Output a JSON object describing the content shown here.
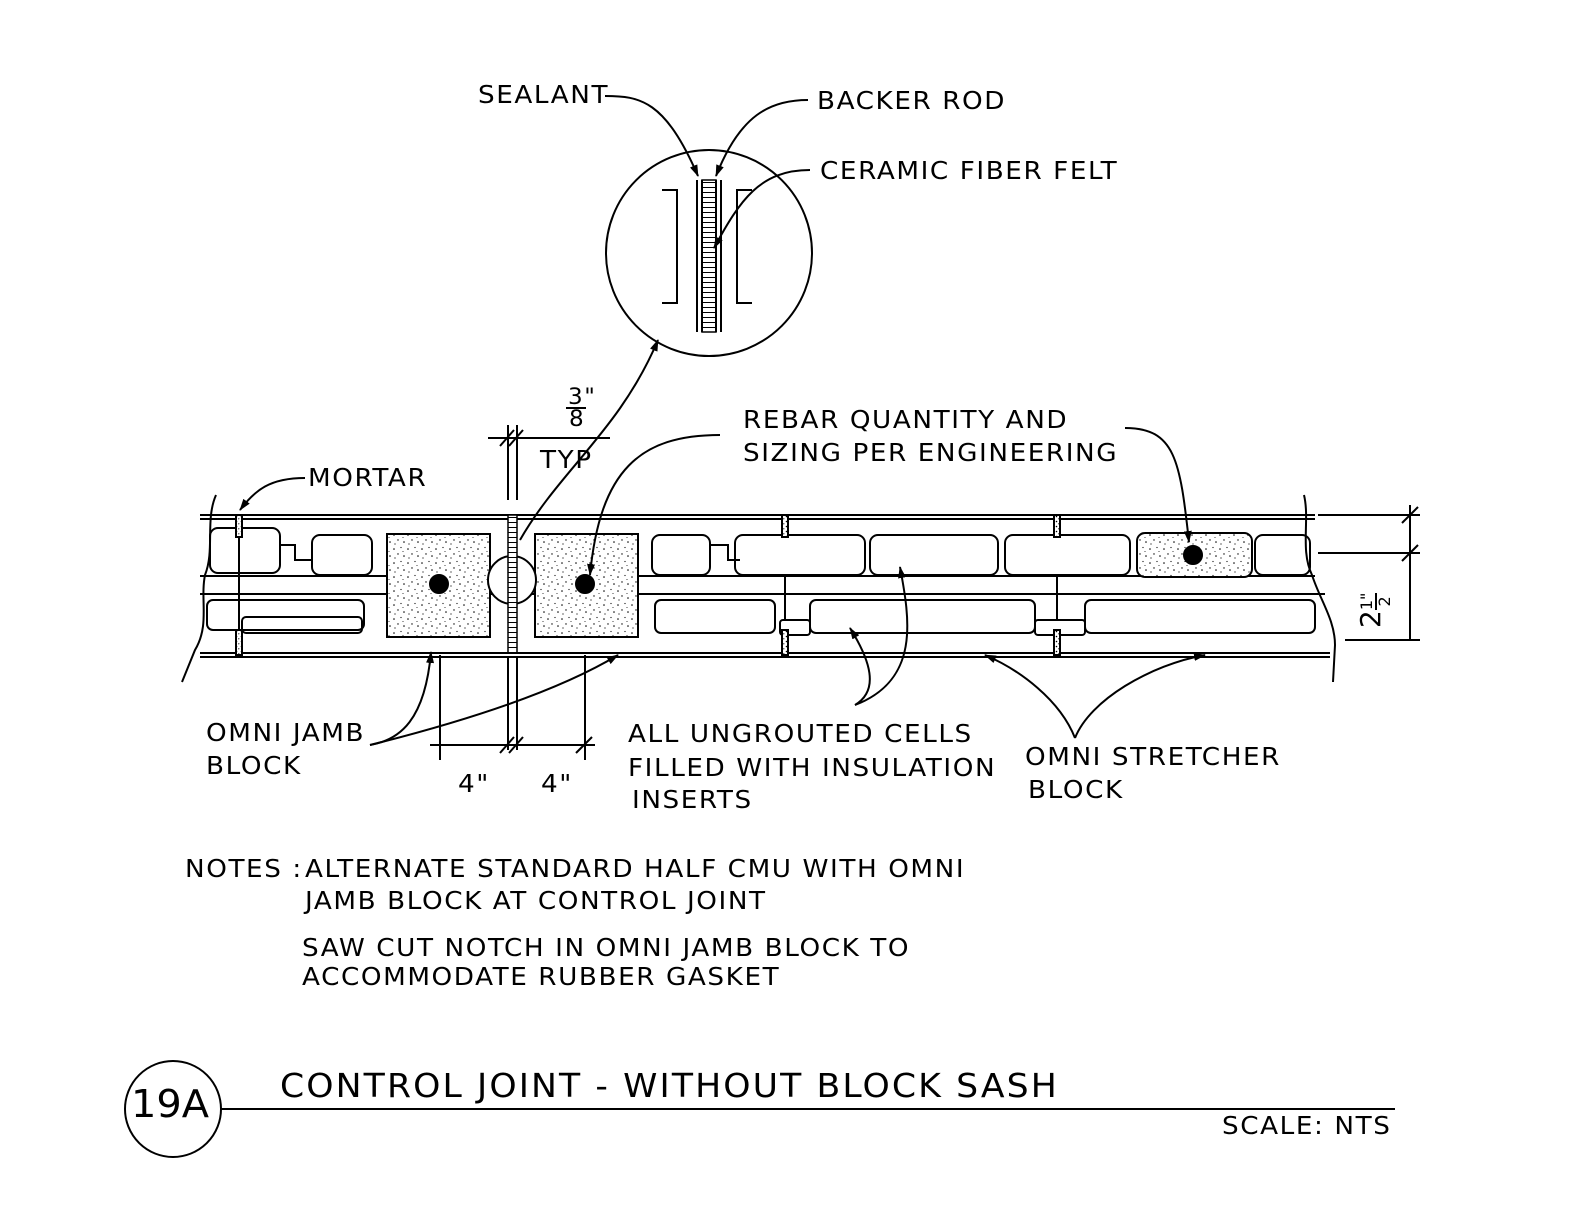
{
  "callouts": {
    "sealant": "SEALANT",
    "backer_rod": "BACKER ROD",
    "ceramic_fiber_felt": "CERAMIC FIBER FELT",
    "mortar": "MORTAR",
    "rebar_line1": "REBAR QUANTITY AND",
    "rebar_line2": "SIZING PER ENGINEERING",
    "jamb_line1": "OMNI JAMB",
    "jamb_line2": "BLOCK",
    "cells_line1": "ALL UNGROUTED CELLS",
    "cells_line2": "FILLED WITH INSULATION",
    "cells_line3": "INSERTS",
    "stretcher_line1": "OMNI STRETCHER",
    "stretcher_line2": "BLOCK"
  },
  "dimensions": {
    "joint_num": "3\"",
    "joint_den": "8",
    "joint_typ": "TYP",
    "left_block": "4\"",
    "right_block": "4\"",
    "thickness_whole": "2",
    "thickness_frac": "1\"",
    "thickness_den": "2"
  },
  "notes": {
    "label": "NOTES :",
    "note1_line1": "ALTERNATE STANDARD HALF CMU WITH OMNI",
    "note1_line2": "JAMB BLOCK AT CONTROL JOINT",
    "note2_line1": "SAW CUT NOTCH IN OMNI JAMB BLOCK TO",
    "note2_line2": "ACCOMMODATE RUBBER GASKET"
  },
  "title_block": {
    "detail_tag": "19A",
    "title": "CONTROL JOINT - WITHOUT BLOCK SASH",
    "scale": "SCALE: NTS"
  },
  "colors": {
    "ink": "#000000",
    "paper": "#ffffff"
  }
}
